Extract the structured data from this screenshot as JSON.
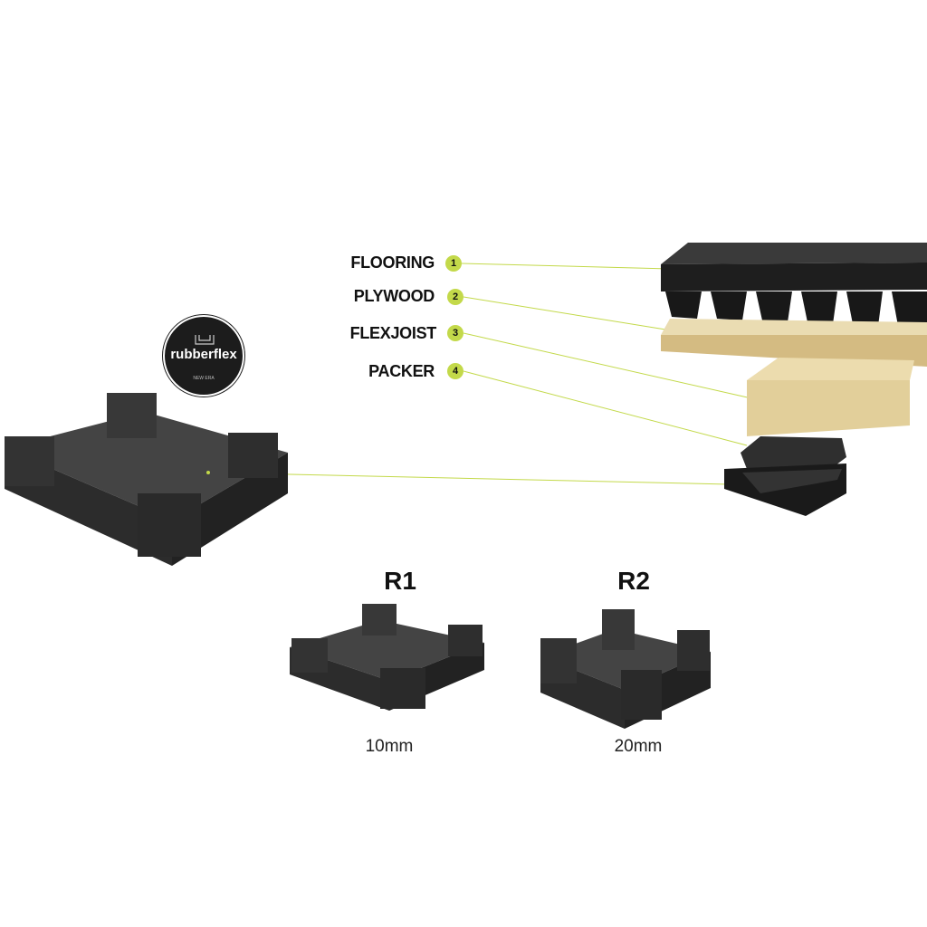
{
  "brand": {
    "name": "rubberflex",
    "tagline": "NEW ERA"
  },
  "layers": [
    {
      "number": "1",
      "label": "FLOORING"
    },
    {
      "number": "2",
      "label": "PLYWOOD"
    },
    {
      "number": "3",
      "label": "FLEXJOIST"
    },
    {
      "number": "4",
      "label": "PACKER"
    }
  ],
  "variants": [
    {
      "name": "R1",
      "thickness": "10mm"
    },
    {
      "name": "R2",
      "thickness": "20mm"
    }
  ],
  "colors": {
    "accent": "#c3d94a",
    "rubber": "#2b2b2b",
    "wood": "#e2cf9a"
  }
}
